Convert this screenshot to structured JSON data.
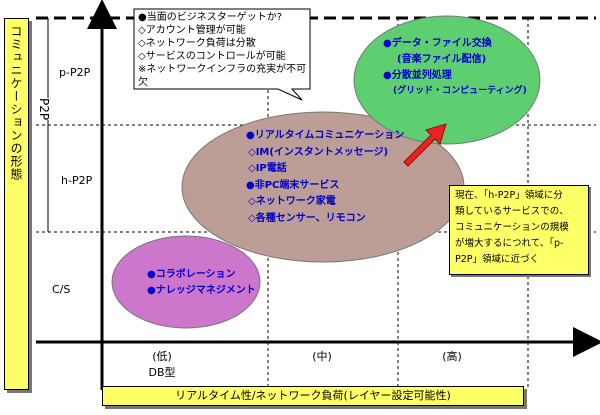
{
  "y_axis_label": "コミュニケーションの形態",
  "x_axis_label": "リアルタイム性/ネットワーク負荷(レイヤー設定可能性)",
  "y_tiers": {
    "top": "p-P2P",
    "middle": "h-P2P",
    "bottom": "C/S",
    "group": "P2P"
  },
  "x_ticks": {
    "low": "(低)",
    "low_sub": "DB型",
    "mid": "(中)",
    "high": "(高)"
  },
  "callout": {
    "line1": "●当面のビジネスターゲットか?",
    "line2": "◇アカウント管理が可能",
    "line3": "◇ネットワーク負荷は分散",
    "line4": "◇サービスのコントロールが可能",
    "line5": "※ネットワークインフラの充実が不可欠"
  },
  "green_ellipse": {
    "item1": "●データ・ファイル交換",
    "item1b": "(音楽ファイル配信)",
    "item2": "●分散並列処理",
    "item2b": "(グリッド・コンピューティング)"
  },
  "brown_ellipse": {
    "item1": "●リアルタイムコミュニケーション",
    "item2": "◇IM(インスタントメッセージ)",
    "item3": "◇IP電話",
    "item4": "●非PC端末サービス",
    "item5": "◇ネットワーク家電",
    "item6": "◇各種センサー、リモコン"
  },
  "purple_ellipse": {
    "item1": "●コラボレーション",
    "item2": "●ナレッジマネジメント"
  },
  "note": {
    "line1": "現在、「h-P2P」領域に分",
    "line2": "類しているサービスでの、",
    "line3": "コミュニケーションの規模",
    "line4": "が増大するにつれて、「p-",
    "line5": "P2P」領域に近づく"
  },
  "colors": {
    "green": "#5ecf70",
    "brown": "#bc9e97",
    "purple": "#cc77cc",
    "yellow": "#ffff66",
    "arrow": "#ee2222",
    "text_blue": "#0000cc"
  }
}
